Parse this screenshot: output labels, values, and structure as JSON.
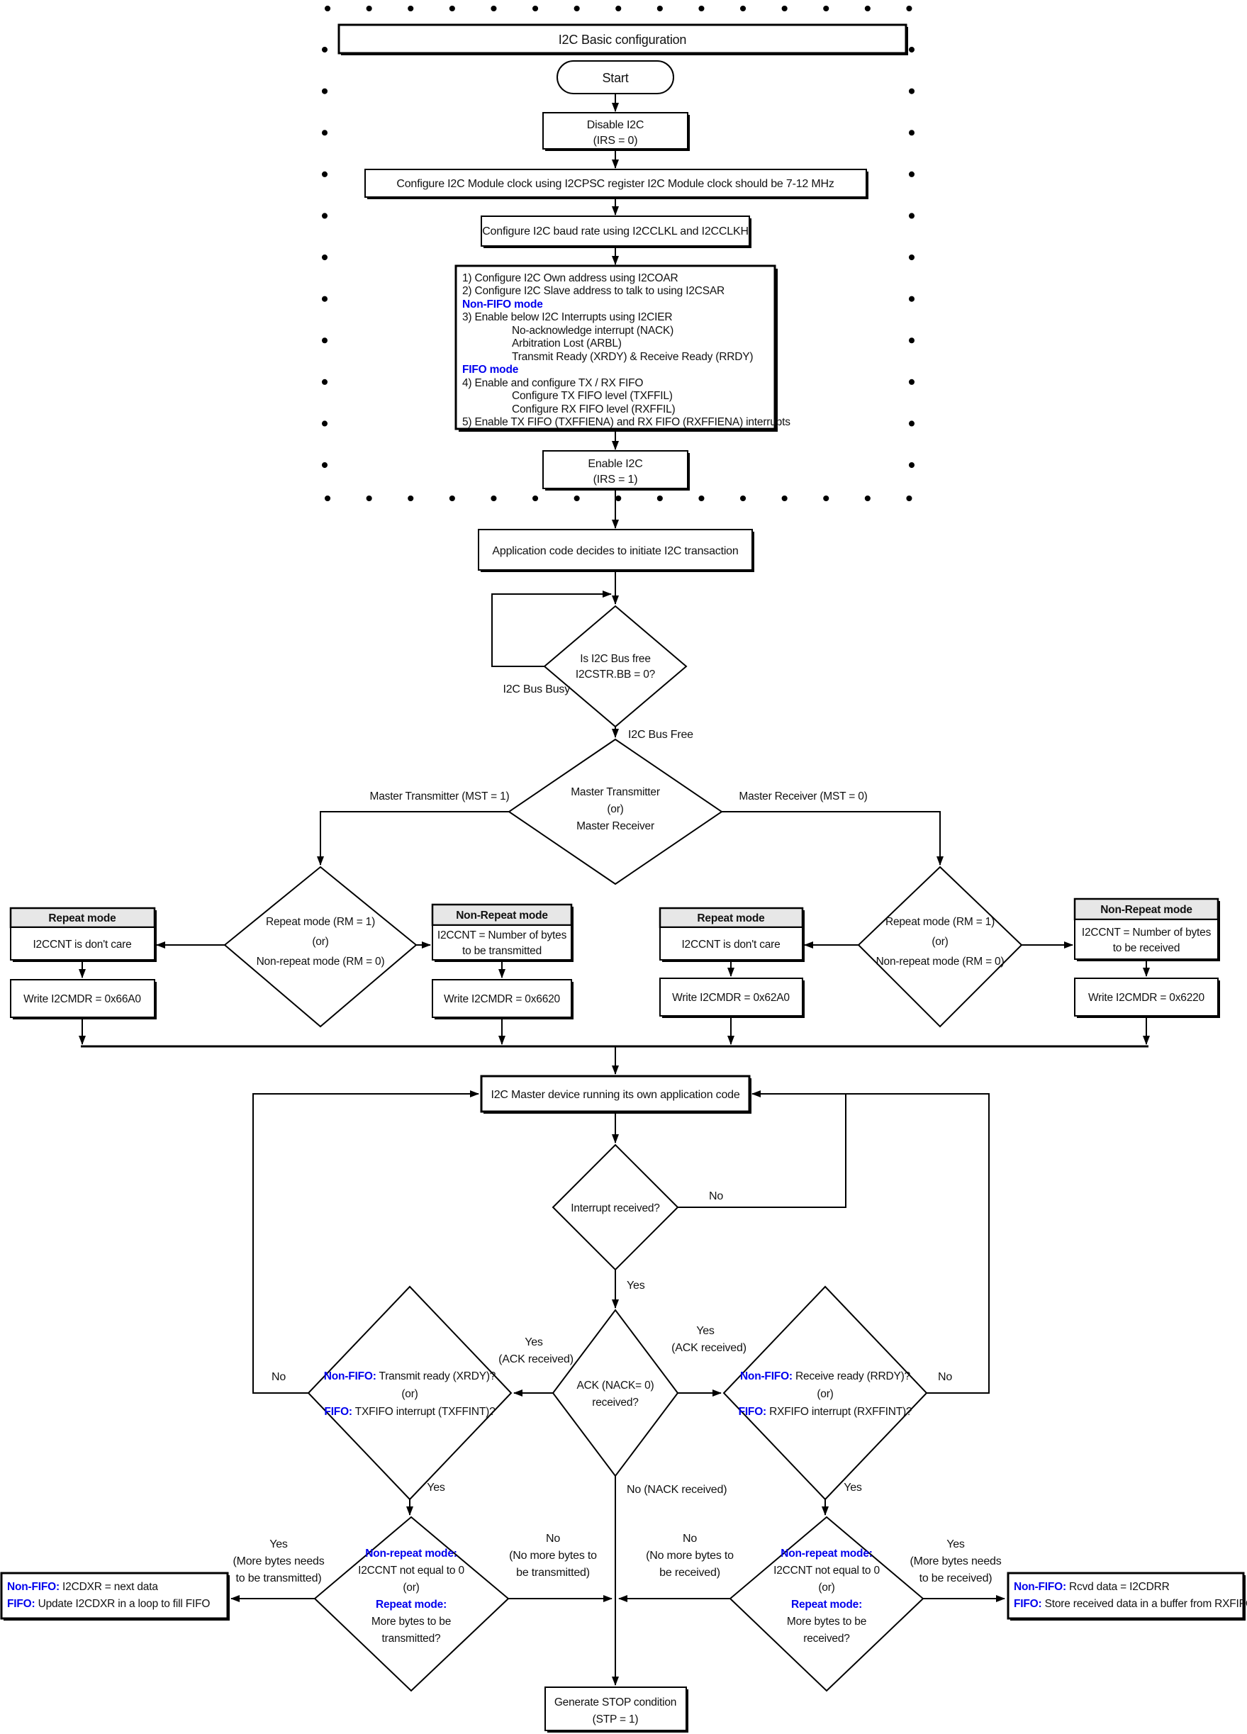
{
  "accent_blue": "#0000EE",
  "title": "I2C Basic configuration",
  "start": "Start",
  "yes": "Yes",
  "no": "No",
  "disable": {
    "l1": "Disable I2C",
    "l2": "(IRS = 0)"
  },
  "clock": "Configure I2C Module clock using I2CPSC register I2C Module clock should be 7-12 MHz",
  "baud": "Configure I2C baud rate using I2CCLKL and I2CCLKH",
  "init": {
    "l1": "1) Configure I2C Own address using I2COAR",
    "l2": "2) Configure I2C Slave address to talk to using I2CSAR",
    "l3": "Non-FIFO mode",
    "l4": "3) Enable below I2C Interrupts using I2CIER",
    "l5": "No-acknowledge interrupt (NACK)",
    "l6": "Arbitration Lost (ARBL)",
    "l7": "Transmit Ready (XRDY) & Receive Ready (RRDY)",
    "l8": "FIFO mode",
    "l9": "4) Enable and configure TX / RX FIFO",
    "l10": "Configure TX FIFO level (TXFFIL)",
    "l11": "Configure RX FIFO level (RXFFIL)",
    "l12": "5) Enable TX FIFO (TXFFIENA) and RX FIFO (RXFFIENA) interrupts"
  },
  "enable": {
    "l1": "Enable I2C",
    "l2": "(IRS = 1)"
  },
  "app": "Application code decides to  initiate I2C transaction",
  "busfree_q": {
    "l1": "Is I2C Bus free",
    "l2": "I2CSTR.BB = 0?"
  },
  "bus_busy": "I2C Bus Busy",
  "bus_free": "I2C Bus Free",
  "mtmr": {
    "l1": "Master Transmitter",
    "l2": "(or)",
    "l3": "Master Receiver"
  },
  "mt_label": "Master Transmitter (MST = 1)",
  "mr_label": "Master Receiver (MST = 0)",
  "repeat_q": {
    "l1": "Repeat mode (RM = 1)",
    "l2": "(or)",
    "l3": "Non-repeat mode (RM = 0)"
  },
  "tx": {
    "repeat_header": "Repeat mode",
    "repeat_body": "I2CCNT is don't care",
    "repeat_write": "Write I2CMDR = 0x66A0",
    "nonrepeat_header": "Non-Repeat mode",
    "nonrepeat_body1": "I2CCNT = Number of bytes",
    "nonrepeat_body2": "to be transmitted",
    "nonrepeat_write": "Write I2CMDR = 0x6620"
  },
  "rx": {
    "repeat_header": "Repeat mode",
    "repeat_body": "I2CCNT is don't care",
    "repeat_write": "Write I2CMDR = 0x62A0",
    "nonrepeat_header": "Non-Repeat mode",
    "nonrepeat_body1": "I2CCNT = Number of bytes",
    "nonrepeat_body2": "to be received",
    "nonrepeat_write": "Write I2CMDR = 0x6220"
  },
  "master_box": "I2C Master device running its own application code",
  "interrupt_q": "Interrupt received?",
  "ack_q": {
    "l1": "ACK (NACK= 0)",
    "l2": "received?"
  },
  "ack_yes": {
    "l1": "Yes",
    "l2": "(ACK received)"
  },
  "xrdy_q": {
    "p1": "Non-FIFO:",
    "t1": " Transmit ready (XRDY)?",
    "l2": "(or)",
    "p3": "FIFO:",
    "t3": " TXFIFO interrupt (TXFFINT)?"
  },
  "rrdy_q": {
    "p1": "Non-FIFO:",
    "t1": " Receive ready (RRDY)?",
    "l2": "(or)",
    "p3": "FIFO:",
    "t3": " RXFIFO interrupt (RXFFINT)?"
  },
  "nack_no": "No (NACK received)",
  "tx_more_q": {
    "p1": "Non-repeat mode:",
    "l2": "I2CCNT not equal to 0",
    "l3": "(or)",
    "p4": "Repeat mode:",
    "l5": "More bytes to be",
    "l6": "transmitted?"
  },
  "rx_more_q": {
    "p1": "Non-repeat mode:",
    "l2": "I2CCNT not equal to 0",
    "l3": "(or)",
    "p4": "Repeat mode:",
    "l5": "More bytes to be",
    "l6": "received?"
  },
  "tx_yes": {
    "l1": "Yes",
    "l2": "(More bytes needs",
    "l3": "to be transmitted)"
  },
  "tx_no": {
    "l1": "No",
    "l2": "(No more bytes to",
    "l3": "be transmitted)"
  },
  "rx_no": {
    "l1": "No",
    "l2": "(No more bytes to",
    "l3": "be received)"
  },
  "rx_yes": {
    "l1": "Yes",
    "l2": "(More bytes needs",
    "l3": "to be received)"
  },
  "tx_action": {
    "p1": "Non-FIFO:",
    "t1": " I2CDXR = next data",
    "p2": "FIFO:",
    "t2": " Update I2CDXR in a loop to fill FIFO"
  },
  "rx_action": {
    "p1": "Non-FIFO:",
    "t1": " Rcvd data = I2CDRR",
    "p2": "FIFO:",
    "t2": " Store received data in a buffer from RXFIFO"
  },
  "stop": {
    "l1": "Generate STOP condition",
    "l2": "(STP = 1)"
  }
}
